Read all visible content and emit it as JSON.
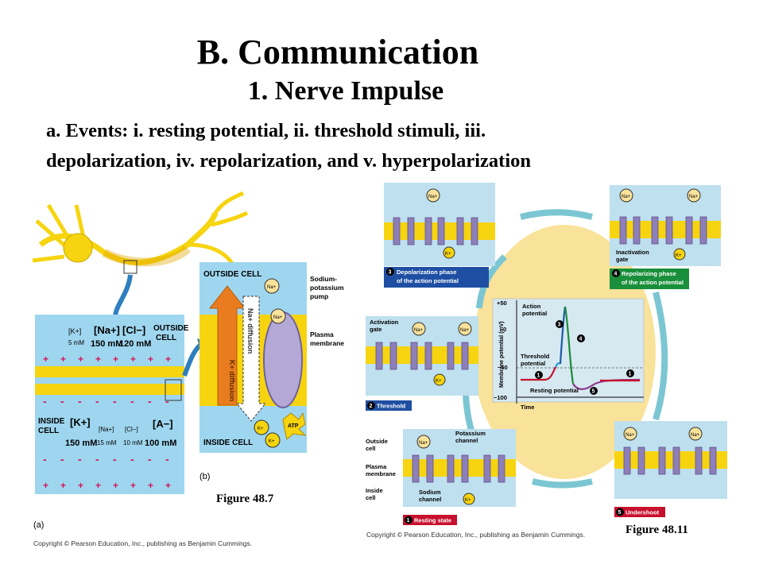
{
  "slide": {
    "title": "B. Communication",
    "subtitle": "1. Nerve Impulse",
    "bullet_line1": "a. Events: i. resting potential, ii. threshold stimuli, iii.",
    "bullet_line2": "depolarization, iv. repolarization, and v. hyperpolarization"
  },
  "figure_left": {
    "caption": "Figure 48.7",
    "copyright": "Copyright © Pearson Education, Inc., publishing as Benjamin Cummings.",
    "panel_a_label": "(a)",
    "panel_b_label": "(b)",
    "outside_cell": "OUTSIDE",
    "outside_cell2": "CELL",
    "inside_cell": "INSIDE",
    "inside_cell2": "CELL",
    "outside_ions": [
      {
        "ion": "[K+]",
        "conc": "5 mM"
      },
      {
        "ion": "[Na+]",
        "conc": "150 mM"
      },
      {
        "ion": "[Cl−]",
        "conc": "120 mM"
      }
    ],
    "inside_ions": [
      {
        "ion": "[K+]",
        "conc": "150 mM"
      },
      {
        "ion": "[Na+]",
        "conc": "15 mM"
      },
      {
        "ion": "[Cl−]",
        "conc": "10 mM"
      },
      {
        "ion": "[A−]",
        "conc": "100 mM"
      }
    ],
    "panel_b": {
      "outside_cell": "OUTSIDE CELL",
      "inside_cell": "INSIDE CELL",
      "pump_label1": "Sodium-",
      "pump_label2": "potassium",
      "pump_label3": "pump",
      "membrane_label1": "Plasma",
      "membrane_label2": "membrane",
      "k_diffusion": "K+ diffusion",
      "na_diffusion": "Na+ diffusion",
      "atp": "ATP",
      "na_ion": "Na+",
      "k_ion": "K+"
    }
  },
  "figure_right": {
    "caption": "Figure 48.11",
    "copyright": "Copyright © Pearson Education, Inc., publishing as Benjamin Cummings.",
    "steps": [
      {
        "num": "1",
        "label": "Resting state"
      },
      {
        "num": "2",
        "label": "Threshold"
      },
      {
        "num": "3",
        "label1": "Depolarization phase",
        "label2": "of the action potential"
      },
      {
        "num": "4",
        "label1": "Repolarizing phase",
        "label2": "of the action potential"
      },
      {
        "num": "5",
        "label": "Undershoot"
      }
    ],
    "graph": {
      "ylabel": "Membrane potential (mV)",
      "xlabel": "Time",
      "ticks": [
        "+50",
        "0",
        "−50",
        "−100"
      ],
      "action_potential": "Action",
      "action_potential2": "potential",
      "threshold": "Threshold",
      "threshold2": "potential",
      "resting": "Resting potential"
    },
    "labels": {
      "activation_gate1": "Activation",
      "activation_gate2": "gate",
      "inactivation_gate1": "Inactivation",
      "inactivation_gate2": "gate",
      "outside_cell1": "Outside",
      "outside_cell2": "cell",
      "plasma_membrane1": "Plasma",
      "plasma_membrane2": "membrane",
      "inside_cell1": "Inside",
      "inside_cell2": "cell",
      "potassium_channel1": "Potassium",
      "potassium_channel2": "channel",
      "sodium_channel1": "Sodium",
      "sodium_channel2": "channel",
      "na": "Na+",
      "k": "K+"
    }
  },
  "colors": {
    "yellow": "#f6d40f",
    "lightblue": "#9fd6ef",
    "panel_bg": "#bfe0ee",
    "channel": "#8d7fb7",
    "cream": "#f9e29a",
    "teal_arrow": "#7cc6d3",
    "orange": "#e87c1e",
    "red_trace": "#c8102e",
    "green_trace": "#1f8c3a",
    "blue_trace": "#1a5aa8",
    "plus_red": "#d4145a",
    "step_blue": "#1f4fa3",
    "step_green": "#1a8f3b",
    "step_red": "#c8102e"
  }
}
